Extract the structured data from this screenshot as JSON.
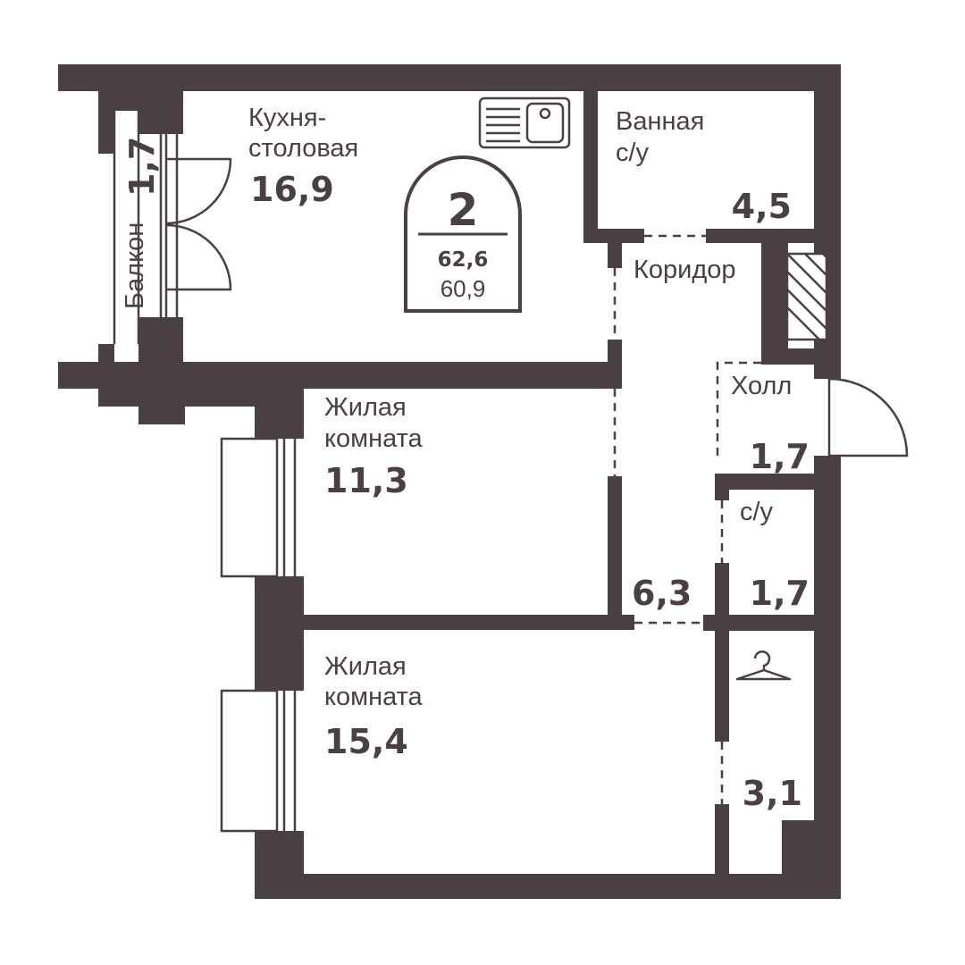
{
  "apartment": {
    "rooms": "2",
    "total_area": "62,6",
    "living_area": "60,9"
  },
  "rooms": {
    "kitchen": {
      "label_line1": "Кухня-",
      "label_line2": "столовая",
      "area": "16,9"
    },
    "bathroom": {
      "label_line1": "Ванная",
      "label_line2": "с/у",
      "area": "4,5"
    },
    "balcony": {
      "label": "Балкон",
      "area": "1,7"
    },
    "corridor": {
      "label": "Коридор",
      "area": "6,3"
    },
    "hall": {
      "label": "Холл",
      "area": "1,7"
    },
    "wc": {
      "label": "с/у",
      "area": "1,7"
    },
    "living1": {
      "label_line1": "Жилая",
      "label_line2": "комната",
      "area": "11,3"
    },
    "living2": {
      "label_line1": "Жилая",
      "label_line2": "комната",
      "area": "15,4"
    },
    "wardrobe": {
      "area": "3,1",
      "icon": "hanger-icon"
    }
  },
  "colors": {
    "wall": "#4a3f45",
    "background": "#ffffff"
  }
}
